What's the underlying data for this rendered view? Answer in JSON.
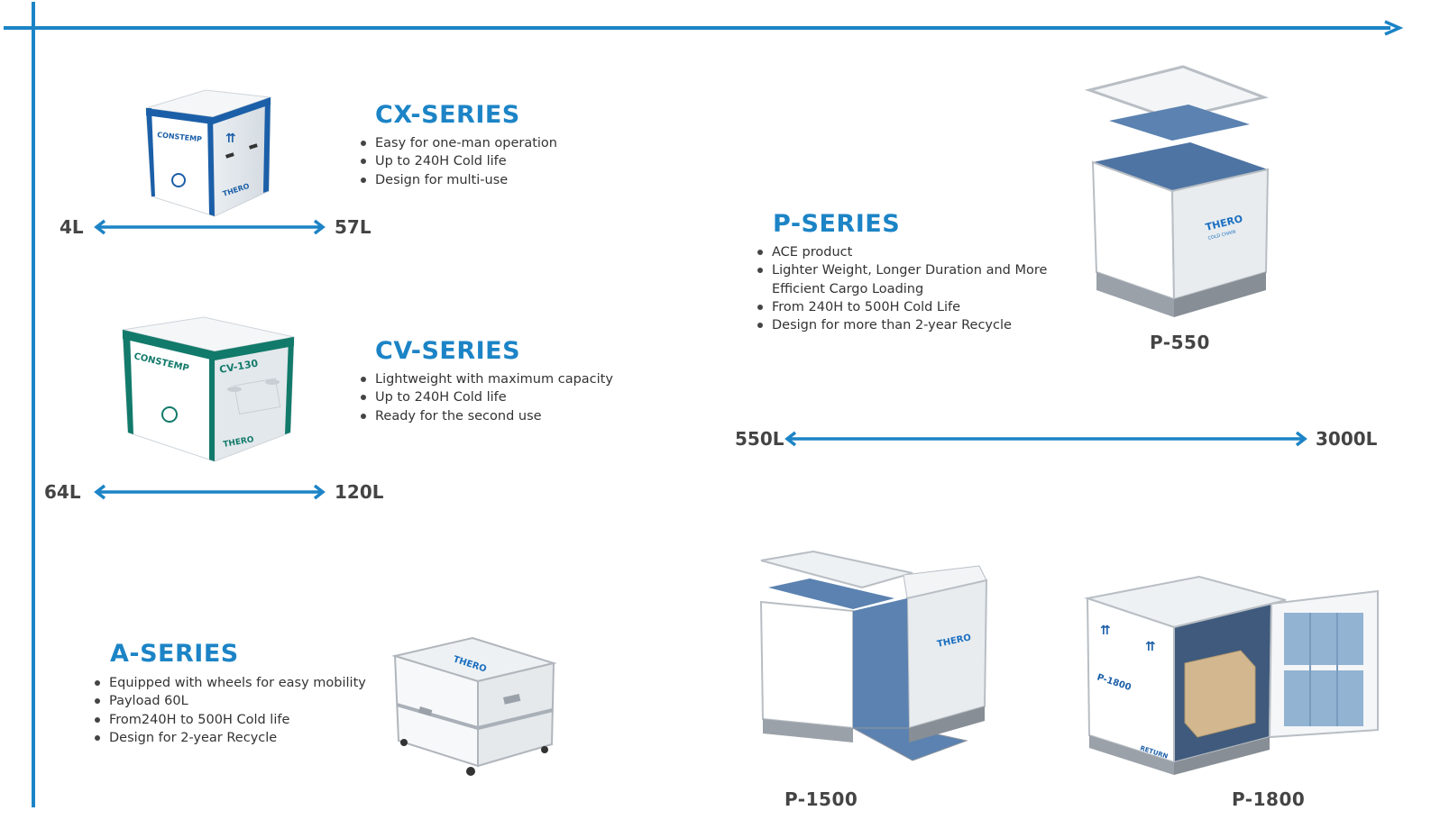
{
  "colors": {
    "accent": "#1c84c6",
    "text": "#333333",
    "label": "#444444",
    "box_teal": "#127a6a",
    "box_blue": "#1b5fa8",
    "insulation": "#5b82b0",
    "frame": "#b9bdc3"
  },
  "cx": {
    "title": "CX-SERIES",
    "features": [
      "Easy for one-man operation",
      "Up to 240H Cold life",
      "Design for multi-use"
    ],
    "range_min": "4L",
    "range_max": "57L",
    "box_brand": "CONSTEMP",
    "box_logo": "THERO"
  },
  "cv": {
    "title": "CV-SERIES",
    "features": [
      "Lightweight with maximum capacity",
      "Up to 240H Cold life",
      "Ready for the second use"
    ],
    "range_min": "64L",
    "range_max": "120L",
    "box_brand": "CONSTEMP",
    "box_model": "CV-130",
    "box_logo": "THERO"
  },
  "a": {
    "title": "A-SERIES",
    "features": [
      "Equipped with wheels for easy mobility",
      "Payload 60L",
      "From240H to 500H Cold life",
      "Design for 2-year Recycle"
    ],
    "box_logo": "THERO"
  },
  "p": {
    "title": "P-SERIES",
    "features": [
      "ACE product",
      "Lighter Weight, Longer Duration and More",
      "Efficient Cargo Loading",
      "From 240H to 500H Cold Life",
      "Design for more than 2-year Recycle"
    ],
    "range_min": "550L",
    "range_max": "3000L",
    "models": [
      "P-550",
      "P-1500",
      "P-1800"
    ],
    "box_logo": "THERO",
    "box_logo_sub": "COLD CHAIN",
    "p1800_model_text": "P-1800",
    "p1800_return": "RETURN"
  }
}
